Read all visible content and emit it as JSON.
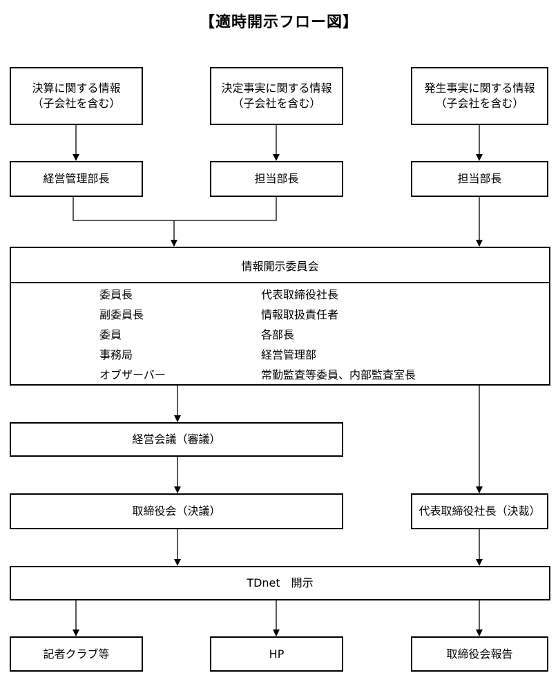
{
  "title": "【適時開示フロー図】",
  "sources": {
    "financial": {
      "line1": "決算に関する情報",
      "line2": "（子会社を含む）"
    },
    "decision": {
      "line1": "決定事実に関する情報",
      "line2": "（子会社を含む）"
    },
    "occurrence": {
      "line1": "発生事実に関する情報",
      "line2": "（子会社を含む）"
    }
  },
  "managers": {
    "financial": "経営管理部長",
    "decision": "担当部長",
    "occurrence": "担当部長"
  },
  "committee": {
    "title": "情報開示委員会",
    "members": [
      {
        "role": "委員長",
        "person": "代表取締役社長"
      },
      {
        "role": "副委員長",
        "person": "情報取扱責任者"
      },
      {
        "role": "委員",
        "person": "各部長"
      },
      {
        "role": "事務局",
        "person": "経営管理部"
      },
      {
        "role": "オブザーバー",
        "person": "常勤監査等委員、内部監査室長"
      }
    ]
  },
  "management_meeting": "経営会議（審議）",
  "board_meeting": "取締役会（決議）",
  "president_decision": "代表取締役社長（決裁）",
  "disclosure": "TDnet　開示",
  "outputs": {
    "press": "記者クラブ等",
    "hp": "HP",
    "board_report": "取締役会報告"
  }
}
